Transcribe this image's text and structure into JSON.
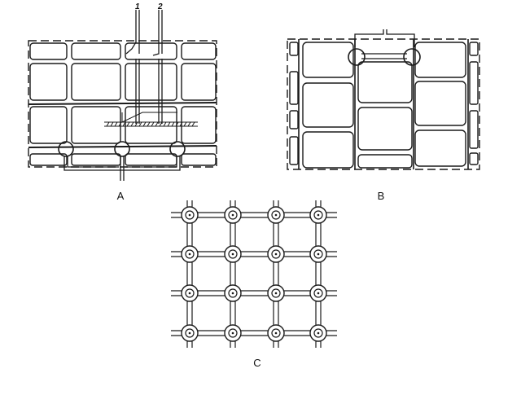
{
  "panels": {
    "a": {
      "label": "A",
      "lead_1": "1",
      "lead_2": "2"
    },
    "b": {
      "label": "B"
    },
    "c": {
      "label": "C"
    }
  },
  "colors": {
    "ink": "#1a1a1a",
    "background": "#ffffff"
  }
}
